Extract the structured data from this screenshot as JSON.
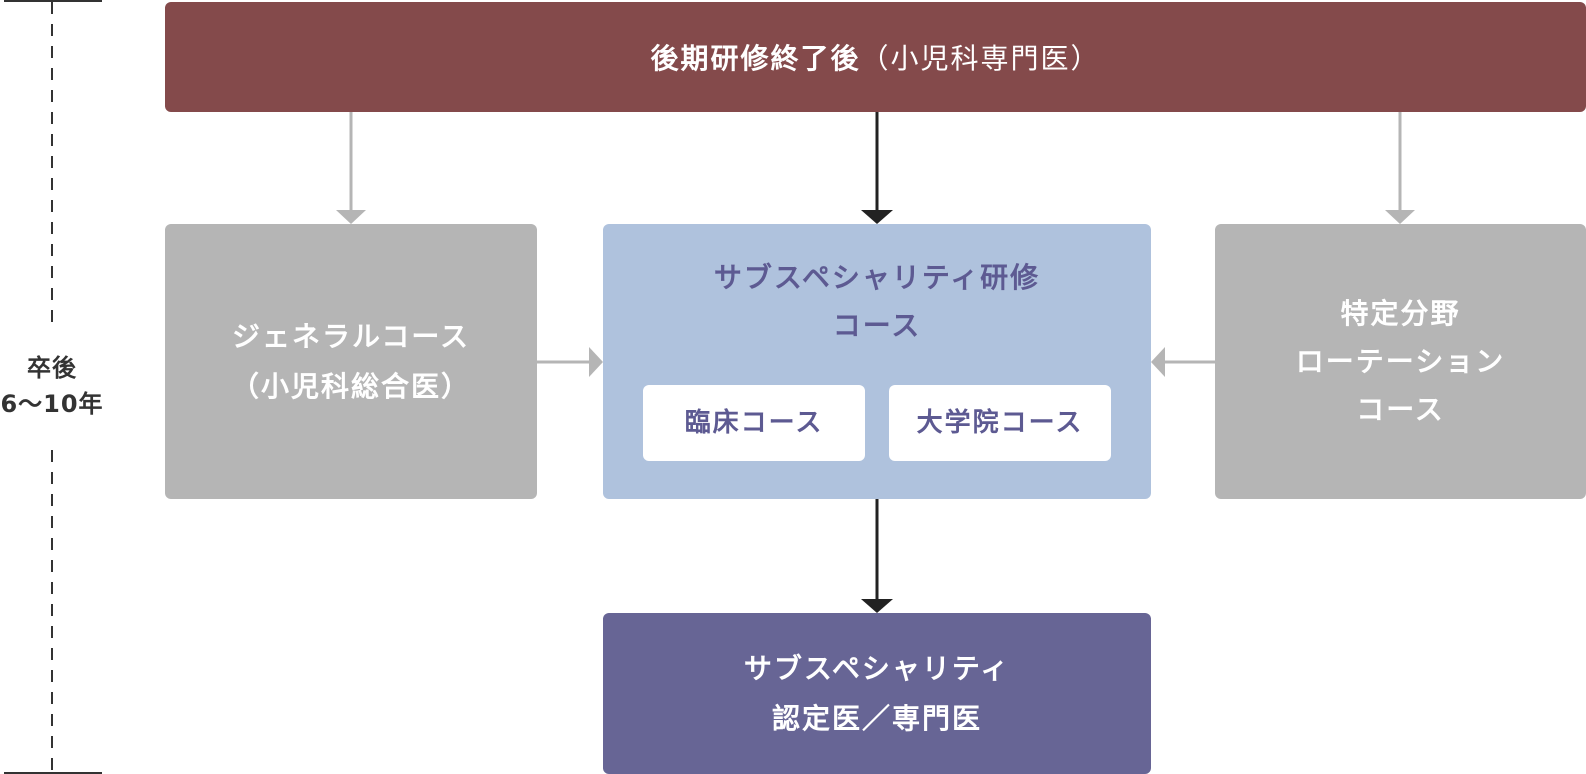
{
  "timeline": {
    "label_line1": "卒後",
    "label_line2": "6〜10年"
  },
  "top_box": {
    "title_bold": "後期研修終了後",
    "title_light": "（小児科専門医）",
    "color": "#844a4b"
  },
  "general_course": {
    "line1": "ジェネラルコース",
    "line2": "（小児科総合医）",
    "color": "#b5b5b5"
  },
  "subspecialty_course": {
    "line1": "サブスペシャリティ研修",
    "line2": "コース",
    "color": "#afc2dd",
    "options": [
      {
        "label": "臨床コース"
      },
      {
        "label": "大学院コース"
      }
    ]
  },
  "specific_rotation": {
    "line1": "特定分野",
    "line2": "ローテーション",
    "line3": "コース",
    "color": "#b5b5b5"
  },
  "certification": {
    "line1": "サブスペシャリティ",
    "line2": "認定医／専門医",
    "color": "#676595"
  },
  "colors": {
    "arrow_dark": "#222222",
    "arrow_gray": "#b5b5b5",
    "text_purple": "#5d5a92"
  }
}
